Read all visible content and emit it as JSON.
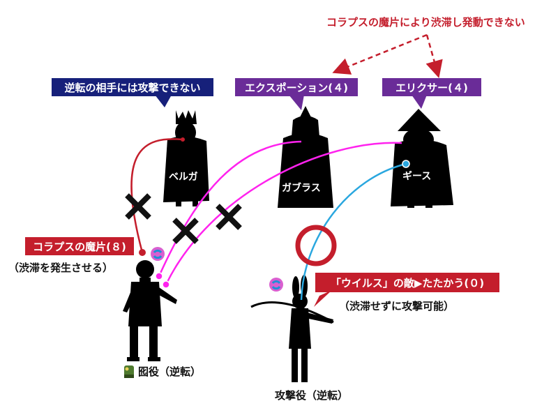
{
  "header_note": "コラプスの魔片により渋滞し発動できない",
  "boxes": {
    "no_attack": "逆転の相手には攻撃できない",
    "explosion": "エクスポーション(４)",
    "elixir": "エリクサー(４)",
    "collapse": "コラプスの魔片(８)",
    "virus": "「ウイルス」の敵▶たたかう(０)"
  },
  "notes": {
    "cause_jam": "（渋滞を発生させる）",
    "can_attack": "（渋滞せずに攻撃可能）"
  },
  "enemies": {
    "beruga": "ベルガ",
    "gabras": "ガブラス",
    "geese": "ギース"
  },
  "allies": {
    "decoy": "囮役（逆転）",
    "attacker": "攻撃役（逆転）"
  },
  "colors": {
    "red": "#c41e2c",
    "navy": "#16207a",
    "purple": "#6a2c98",
    "magenta": "#ff22ee",
    "cyan": "#2aa7df"
  },
  "icons": [
    "rewind-icon",
    "rewind-icon",
    "frog-icon"
  ]
}
